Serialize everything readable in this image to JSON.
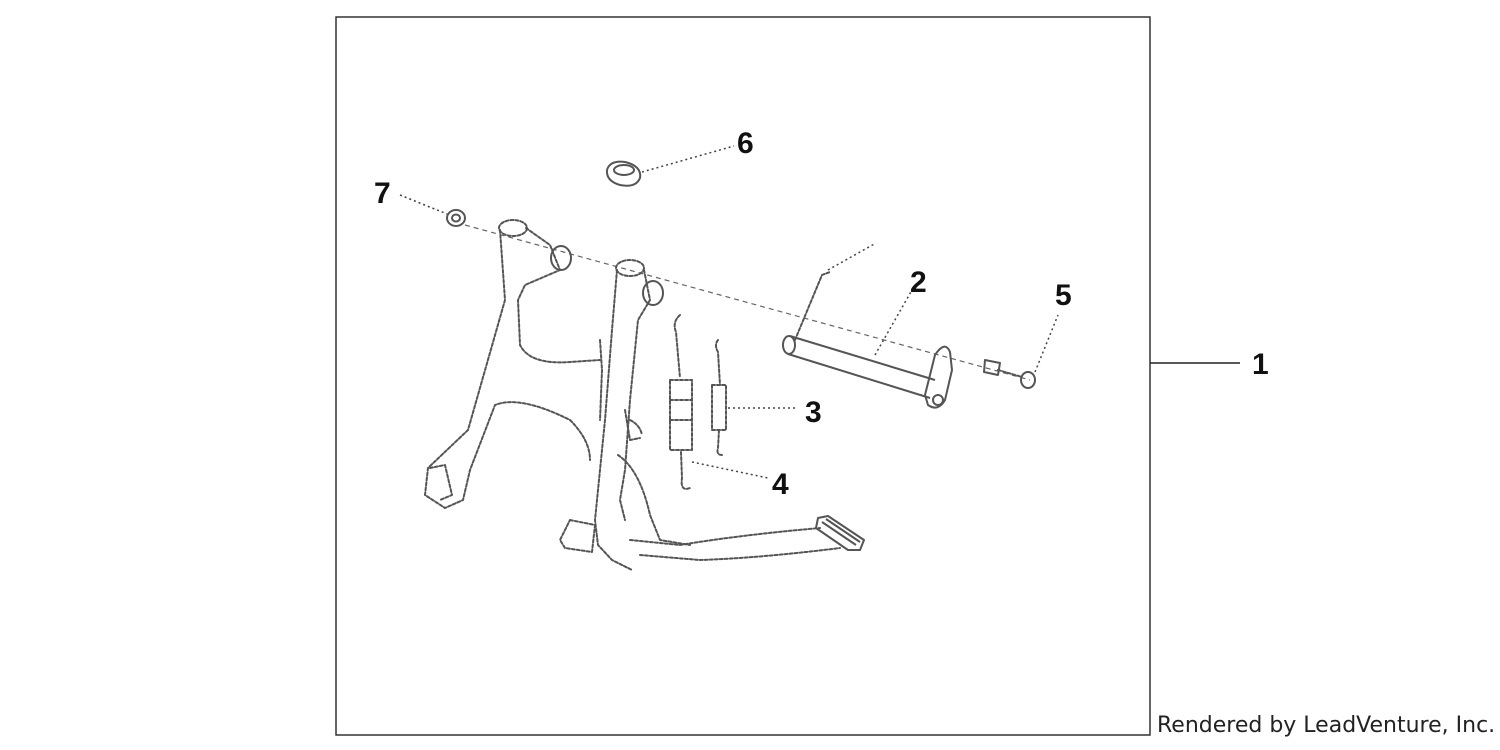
{
  "diagram": {
    "callouts": {
      "c1": "1",
      "c2": "2",
      "c3": "3",
      "c4": "4",
      "c5": "5",
      "c6": "6",
      "c7": "7"
    },
    "credit": "Rendered by LeadVenture, Inc.",
    "colors": {
      "line": "#555555",
      "text": "#111111",
      "background": "#ffffff"
    }
  }
}
